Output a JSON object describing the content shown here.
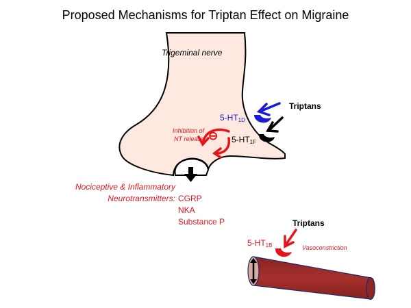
{
  "title": "Proposed Mechanisms for Triptan Effect on Migraine",
  "nerve_label": "Trigeminal nerve",
  "triptans_top": "Triptans",
  "triptans_bottom": "Triptans",
  "receptor_1d": {
    "base": "5-HT",
    "sub": "1D"
  },
  "receptor_1f": {
    "base": "5-HT",
    "sub": "1F"
  },
  "receptor_1b": {
    "base": "5-HT",
    "sub": "1B"
  },
  "inhibition_line1": "Inhibition of",
  "inhibition_line2": "NT release",
  "inhibit_symbol": "⊖",
  "nociceptive_line1": "Nociceptive & Inflammatory",
  "nociceptive_line2": "Neurotransmitters:",
  "neurotransmitters": [
    "CGRP",
    "NKA",
    "Substance P"
  ],
  "vasoconstriction": "Vasoconstriction",
  "colors": {
    "nerve_fill": "#fde9df",
    "vessel_fill": "#9b2a28",
    "vessel_end": "#d9a8a0",
    "red": "#e8141c",
    "blue": "#1b1bd6"
  }
}
